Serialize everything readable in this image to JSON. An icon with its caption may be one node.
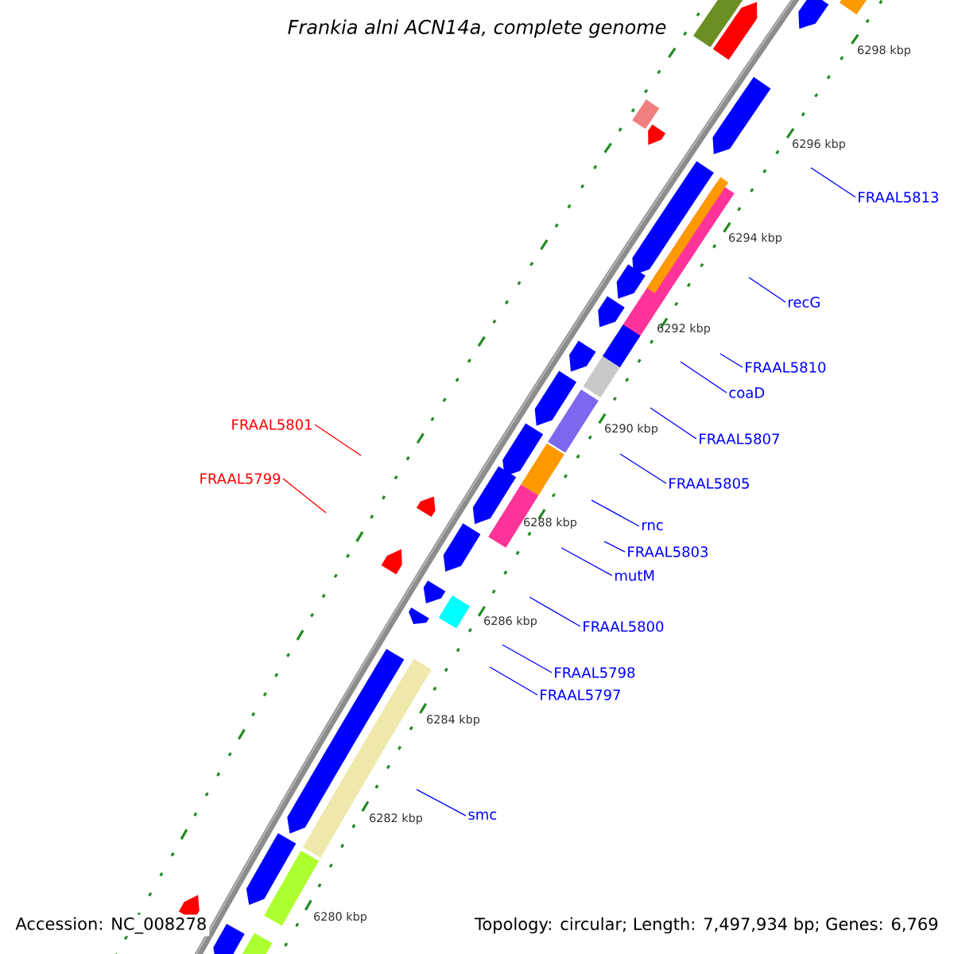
{
  "diagram": {
    "title": "Frankia alni ACN14a, complete genome",
    "nodes": [
      {
        "text": [
          "FRAAL5813"
        ]
      },
      {
        "text": [
          "recG"
        ]
      },
      {
        "text": [
          "FRAAL5810"
        ]
      },
      {
        "text": [
          "coaD"
        ]
      },
      {
        "text": [
          "FRAAL5801"
        ]
      },
      {
        "text": [
          "FRAAL5807"
        ]
      },
      {
        "text": [
          "FRAAL5799"
        ]
      },
      {
        "text": [
          "FRAAL5805"
        ]
      },
      {
        "text": [
          "rnc"
        ]
      },
      {
        "text": [
          "FRAAL5803"
        ]
      },
      {
        "text": [
          "mutM"
        ]
      },
      {
        "text": [
          "FRAAL5800"
        ]
      },
      {
        "text": [
          "FRAAL5798"
        ]
      },
      {
        "text": [
          "FRAAL5797"
        ]
      },
      {
        "text": [
          "smc"
        ]
      }
    ],
    "edges": [
      {
        "from": 0,
        "to": null,
        "arrow": "none"
      },
      {
        "from": 1,
        "to": null,
        "arrow": "none"
      },
      {
        "from": 2,
        "to": null,
        "arrow": "none"
      },
      {
        "from": 3,
        "to": null,
        "arrow": "none"
      },
      {
        "from": 4,
        "to": null,
        "arrow": "none",
        "color": "#ff0000"
      },
      {
        "from": 5,
        "to": null,
        "arrow": "none"
      },
      {
        "from": 6,
        "to": null,
        "arrow": "none",
        "color": "#ff0000"
      },
      {
        "from": 7,
        "to": null,
        "arrow": "none"
      },
      {
        "from": 8,
        "to": null,
        "arrow": "none"
      },
      {
        "from": 9,
        "to": null,
        "arrow": "none"
      },
      {
        "from": 10,
        "to": null,
        "arrow": "none"
      },
      {
        "from": 11,
        "to": null,
        "arrow": "none"
      },
      {
        "from": 12,
        "to": null,
        "arrow": "none"
      },
      {
        "from": 13,
        "to": null,
        "arrow": "none"
      },
      {
        "from": 14,
        "to": null,
        "arrow": "none"
      }
    ],
    "labels": [
      "6298 kbp",
      "6296 kbp",
      "6294 kbp",
      "6292 kbp",
      "6290 kbp",
      "6288 kbp",
      "6286 kbp",
      "6284 kbp",
      "6282 kbp",
      "6280 kbp",
      "Accession: NC_008278",
      "Topology: circular; Length: 7,497,934 bp; Genes: 6,769"
    ]
  }
}
